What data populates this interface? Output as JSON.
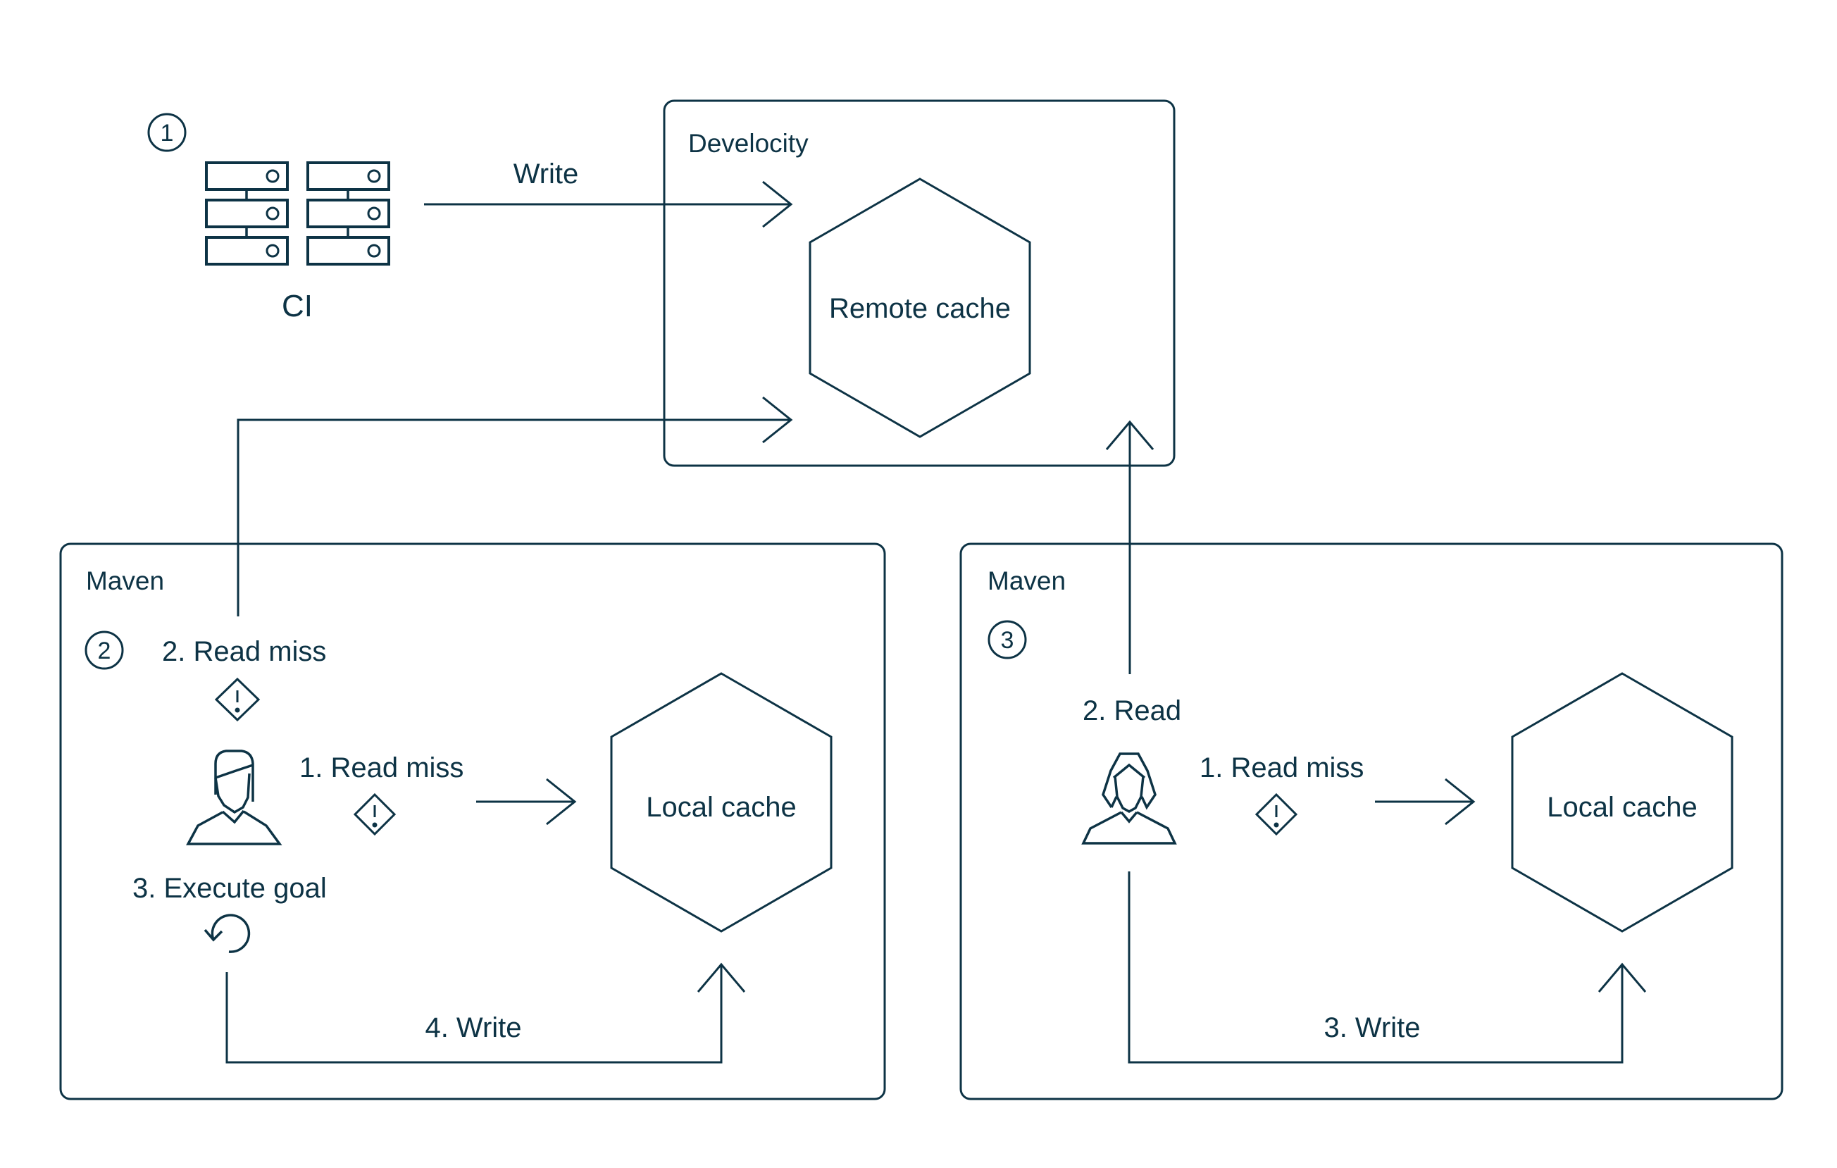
{
  "colors": {
    "ink": "#0d3345",
    "background": "#ffffff"
  },
  "ci_group": {
    "step_number": "1",
    "ci_label": "CI",
    "write_label": "Write"
  },
  "develocity": {
    "label": "Develocity",
    "remote_cache_label": "Remote cache"
  },
  "maven_left": {
    "label": "Maven",
    "step_number": "2",
    "read_miss_remote": "2. Read miss",
    "read_miss_local": "1. Read miss",
    "execute_goal": "3. Execute goal",
    "write": "4. Write",
    "local_cache_label": "Local cache"
  },
  "maven_right": {
    "label": "Maven",
    "step_number": "3",
    "read_remote": "2. Read",
    "read_miss_local": "1. Read miss",
    "write": "3. Write",
    "local_cache_label": "Local cache"
  }
}
